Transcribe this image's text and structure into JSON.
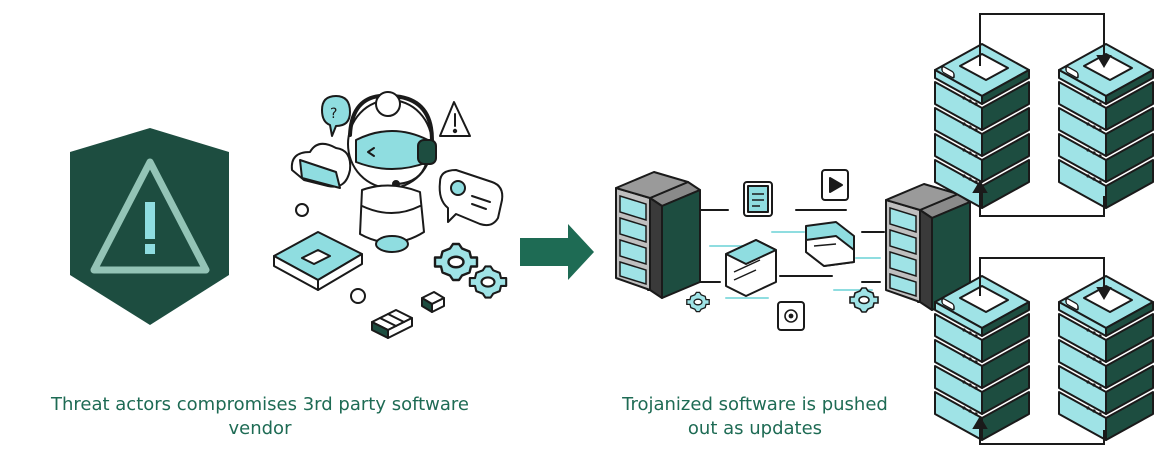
{
  "captions": {
    "left_line1": "Threat actors compromises 3rd party software",
    "left_line2": "vendor",
    "right_line1": "Trojanized software is pushed",
    "right_line2": "out as updates"
  },
  "icons": {
    "threat": "warning-shield-icon",
    "vendor": "robot-support-agent-icon",
    "arrow": "right-arrow-icon",
    "update_server": "server-rack-icon",
    "clients": "server-stack-icon"
  },
  "colors": {
    "dark_green": "#1d4d40",
    "teal": "#8fdde0",
    "accent_green": "#1e6b54",
    "line": "#1a1a1a"
  }
}
